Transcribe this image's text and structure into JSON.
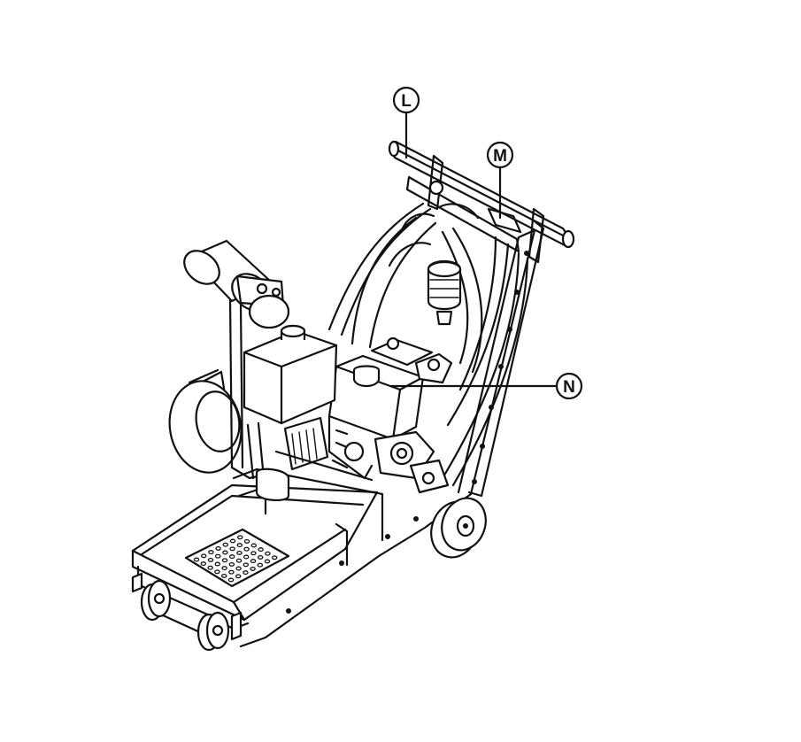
{
  "callouts": [
    {
      "id": "L",
      "label": "L"
    },
    {
      "id": "M",
      "label": "M"
    },
    {
      "id": "N",
      "label": "N"
    }
  ],
  "colors": {
    "line": "#111111",
    "background": "#ffffff"
  }
}
